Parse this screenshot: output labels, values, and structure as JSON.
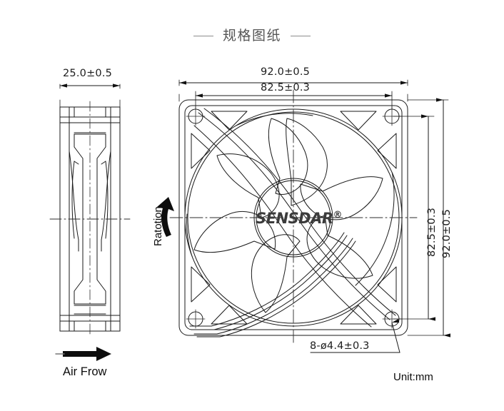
{
  "header": {
    "title": "规格图纸",
    "dash_left": "",
    "dash_right": ""
  },
  "drawing": {
    "unit_note": "Unit:mm",
    "brand": "SENSDAR",
    "brand_mark": "®",
    "airflow_label": "Air Frow",
    "rotation_label": "Ratotion",
    "side_view": {
      "thickness_dim": "25.0±0.5"
    },
    "front_view": {
      "top_outer_dim": "92.0±0.5",
      "top_inner_dim": "82.5±0.3",
      "right_inner_dim": "82.5±0.3",
      "right_outer_dim": "92.0±0.5",
      "hole_callout": "8-ø4.4±0.3"
    },
    "colors": {
      "line": "#1a1a1a",
      "center_line": "#2b2b2b",
      "title": "#555555",
      "logo": "#3b3b3b",
      "background": "#ffffff"
    }
  }
}
